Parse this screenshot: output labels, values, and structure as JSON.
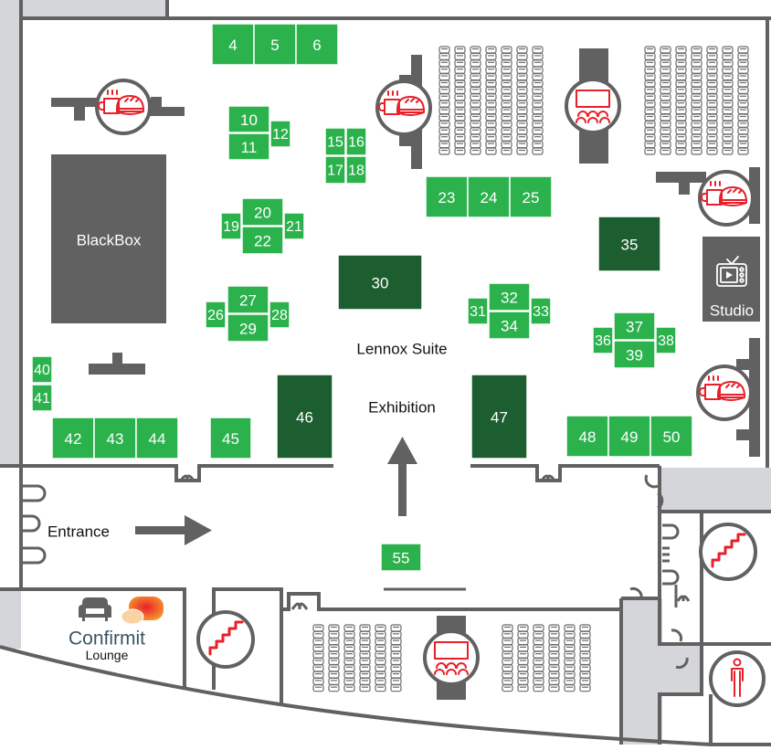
{
  "map": {
    "title": "Lennox Suite Exhibition",
    "hall_label_line1": "Lennox Suite",
    "hall_label_line2": "Exhibition",
    "entrance_label": "Entrance",
    "blackbox_label": "BlackBox",
    "studio_label": "Studio",
    "lounge_brand": "Confirmit",
    "lounge_label": "Lounge"
  },
  "colors": {
    "booth_standard": "#2bb24c",
    "booth_large": "#1c5e2f",
    "wall": "#616161",
    "service_area": "#d5d6da",
    "icon_accent": "#e8202a",
    "brand_text": "#3a5466"
  },
  "booths": [
    {
      "id": "4",
      "type": "standard"
    },
    {
      "id": "5",
      "type": "standard"
    },
    {
      "id": "6",
      "type": "standard"
    },
    {
      "id": "10",
      "type": "standard"
    },
    {
      "id": "11",
      "type": "standard"
    },
    {
      "id": "12",
      "type": "standard"
    },
    {
      "id": "15",
      "type": "standard"
    },
    {
      "id": "16",
      "type": "standard"
    },
    {
      "id": "17",
      "type": "standard"
    },
    {
      "id": "18",
      "type": "standard"
    },
    {
      "id": "19",
      "type": "standard"
    },
    {
      "id": "20",
      "type": "standard"
    },
    {
      "id": "21",
      "type": "standard"
    },
    {
      "id": "22",
      "type": "standard"
    },
    {
      "id": "23",
      "type": "standard"
    },
    {
      "id": "24",
      "type": "standard"
    },
    {
      "id": "25",
      "type": "standard"
    },
    {
      "id": "26",
      "type": "standard"
    },
    {
      "id": "27",
      "type": "standard"
    },
    {
      "id": "28",
      "type": "standard"
    },
    {
      "id": "29",
      "type": "standard"
    },
    {
      "id": "30",
      "type": "large"
    },
    {
      "id": "31",
      "type": "standard"
    },
    {
      "id": "32",
      "type": "standard"
    },
    {
      "id": "33",
      "type": "standard"
    },
    {
      "id": "34",
      "type": "standard"
    },
    {
      "id": "35",
      "type": "large"
    },
    {
      "id": "36",
      "type": "standard"
    },
    {
      "id": "37",
      "type": "standard"
    },
    {
      "id": "38",
      "type": "standard"
    },
    {
      "id": "39",
      "type": "standard"
    },
    {
      "id": "40",
      "type": "standard"
    },
    {
      "id": "41",
      "type": "standard"
    },
    {
      "id": "42",
      "type": "standard"
    },
    {
      "id": "43",
      "type": "standard"
    },
    {
      "id": "44",
      "type": "standard"
    },
    {
      "id": "45",
      "type": "standard"
    },
    {
      "id": "46",
      "type": "large"
    },
    {
      "id": "47",
      "type": "large"
    },
    {
      "id": "48",
      "type": "standard"
    },
    {
      "id": "49",
      "type": "standard"
    },
    {
      "id": "50",
      "type": "standard"
    },
    {
      "id": "55",
      "type": "standard"
    }
  ],
  "facilities": [
    {
      "type": "catering",
      "icon": "coffee-sandwich-icon"
    },
    {
      "type": "catering",
      "icon": "coffee-sandwich-icon"
    },
    {
      "type": "catering",
      "icon": "coffee-sandwich-icon"
    },
    {
      "type": "catering",
      "icon": "coffee-sandwich-icon"
    },
    {
      "type": "theatre",
      "icon": "theatre-screen-icon"
    },
    {
      "type": "theatre",
      "icon": "theatre-screen-icon"
    },
    {
      "type": "stairs",
      "icon": "stairs-icon"
    },
    {
      "type": "stairs",
      "icon": "stairs-icon"
    },
    {
      "type": "toilet",
      "icon": "male-toilet-icon"
    },
    {
      "type": "studio",
      "icon": "tv-icon"
    },
    {
      "type": "lounge",
      "icon": "sofa-icon"
    }
  ]
}
